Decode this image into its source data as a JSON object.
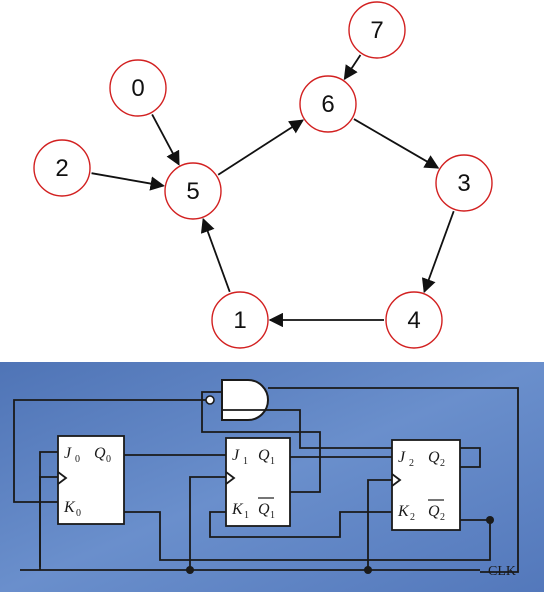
{
  "state_graph": {
    "nodes": [
      {
        "id": "0",
        "label": "0"
      },
      {
        "id": "2",
        "label": "2"
      },
      {
        "id": "5",
        "label": "5"
      },
      {
        "id": "6",
        "label": "6"
      },
      {
        "id": "7",
        "label": "7"
      },
      {
        "id": "3",
        "label": "3"
      },
      {
        "id": "4",
        "label": "4"
      },
      {
        "id": "1",
        "label": "1"
      }
    ],
    "edges": [
      {
        "from": "7",
        "to": "6"
      },
      {
        "from": "0",
        "to": "5"
      },
      {
        "from": "2",
        "to": "5"
      },
      {
        "from": "5",
        "to": "6"
      },
      {
        "from": "6",
        "to": "3"
      },
      {
        "from": "3",
        "to": "4"
      },
      {
        "from": "4",
        "to": "1"
      },
      {
        "from": "1",
        "to": "5"
      }
    ],
    "node_border_color": "#d22020"
  },
  "circuit": {
    "flip_flops": [
      {
        "j": "J",
        "j_sub": "0",
        "q": "Q",
        "q_sub": "0",
        "k": "K",
        "k_sub": "0"
      },
      {
        "j": "J",
        "j_sub": "1",
        "q": "Q",
        "q_sub": "1",
        "k": "K",
        "k_sub": "1",
        "qbar": "Q",
        "qbar_sub": "1"
      },
      {
        "j": "J",
        "j_sub": "2",
        "q": "Q",
        "q_sub": "2",
        "k": "K",
        "k_sub": "2",
        "qbar": "Q",
        "qbar_sub": "2"
      }
    ],
    "clock_label": "CLK",
    "background_color": "#5a7fc0"
  }
}
